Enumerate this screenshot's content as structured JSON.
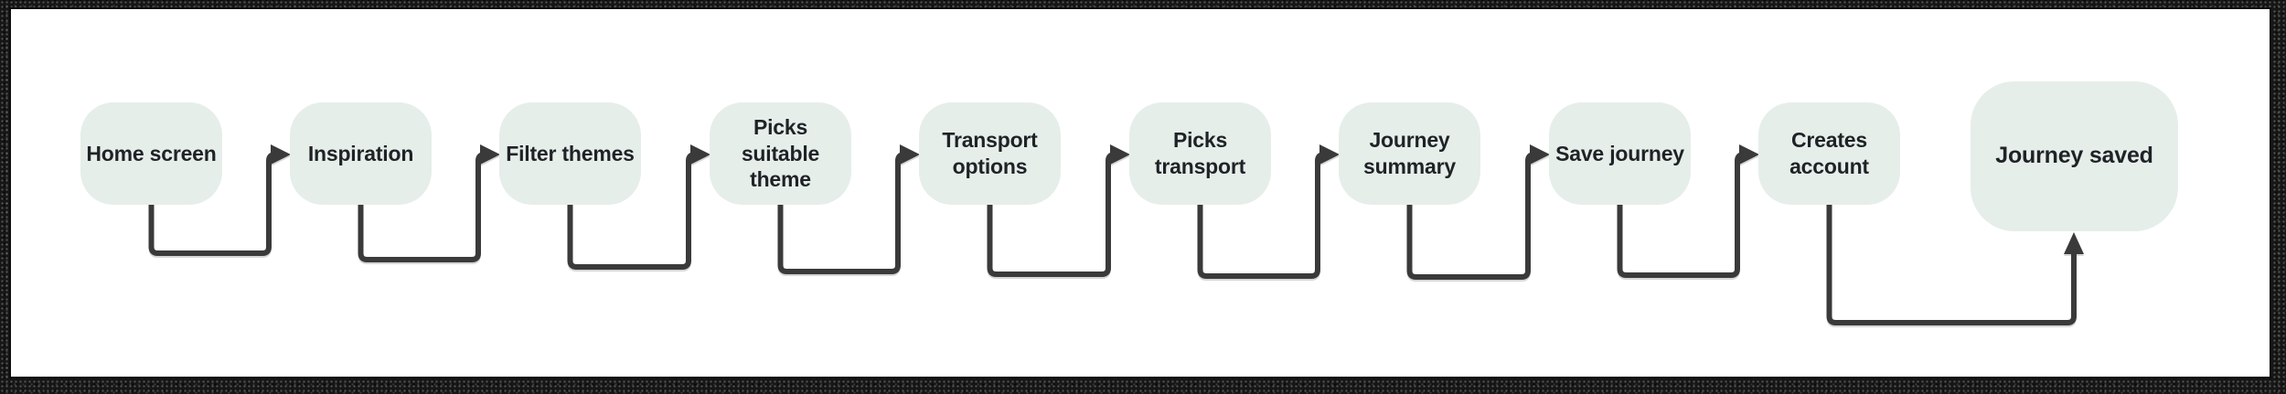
{
  "diagram": {
    "type": "flowchart",
    "direction": "left-to-right",
    "steps": [
      {
        "label": "Home screen"
      },
      {
        "label": "Inspiration"
      },
      {
        "label": "Filter themes"
      },
      {
        "label": "Picks suitable theme"
      },
      {
        "label": "Transport options"
      },
      {
        "label": "Picks transport"
      },
      {
        "label": "Journey summary"
      },
      {
        "label": "Save journey"
      },
      {
        "label": "Creates account"
      },
      {
        "label": "Journey saved"
      }
    ],
    "connections": [
      {
        "from": "Home screen",
        "to": "Inspiration",
        "arrow": "right"
      },
      {
        "from": "Inspiration",
        "to": "Filter themes",
        "arrow": "right"
      },
      {
        "from": "Filter themes",
        "to": "Picks suitable theme",
        "arrow": "right"
      },
      {
        "from": "Picks suitable theme",
        "to": "Transport options",
        "arrow": "right"
      },
      {
        "from": "Transport options",
        "to": "Picks transport",
        "arrow": "right"
      },
      {
        "from": "Picks transport",
        "to": "Journey summary",
        "arrow": "right"
      },
      {
        "from": "Journey summary",
        "to": "Save journey",
        "arrow": "right"
      },
      {
        "from": "Save journey",
        "to": "Creates account",
        "arrow": "right"
      },
      {
        "from": "Creates account",
        "to": "Journey saved",
        "arrow": "up"
      }
    ],
    "colors": {
      "node_fill": "#e6eee9",
      "node_text": "#1f2227",
      "connector": "#3a3a3a",
      "canvas": "#ffffff",
      "frame": "#161616"
    }
  }
}
